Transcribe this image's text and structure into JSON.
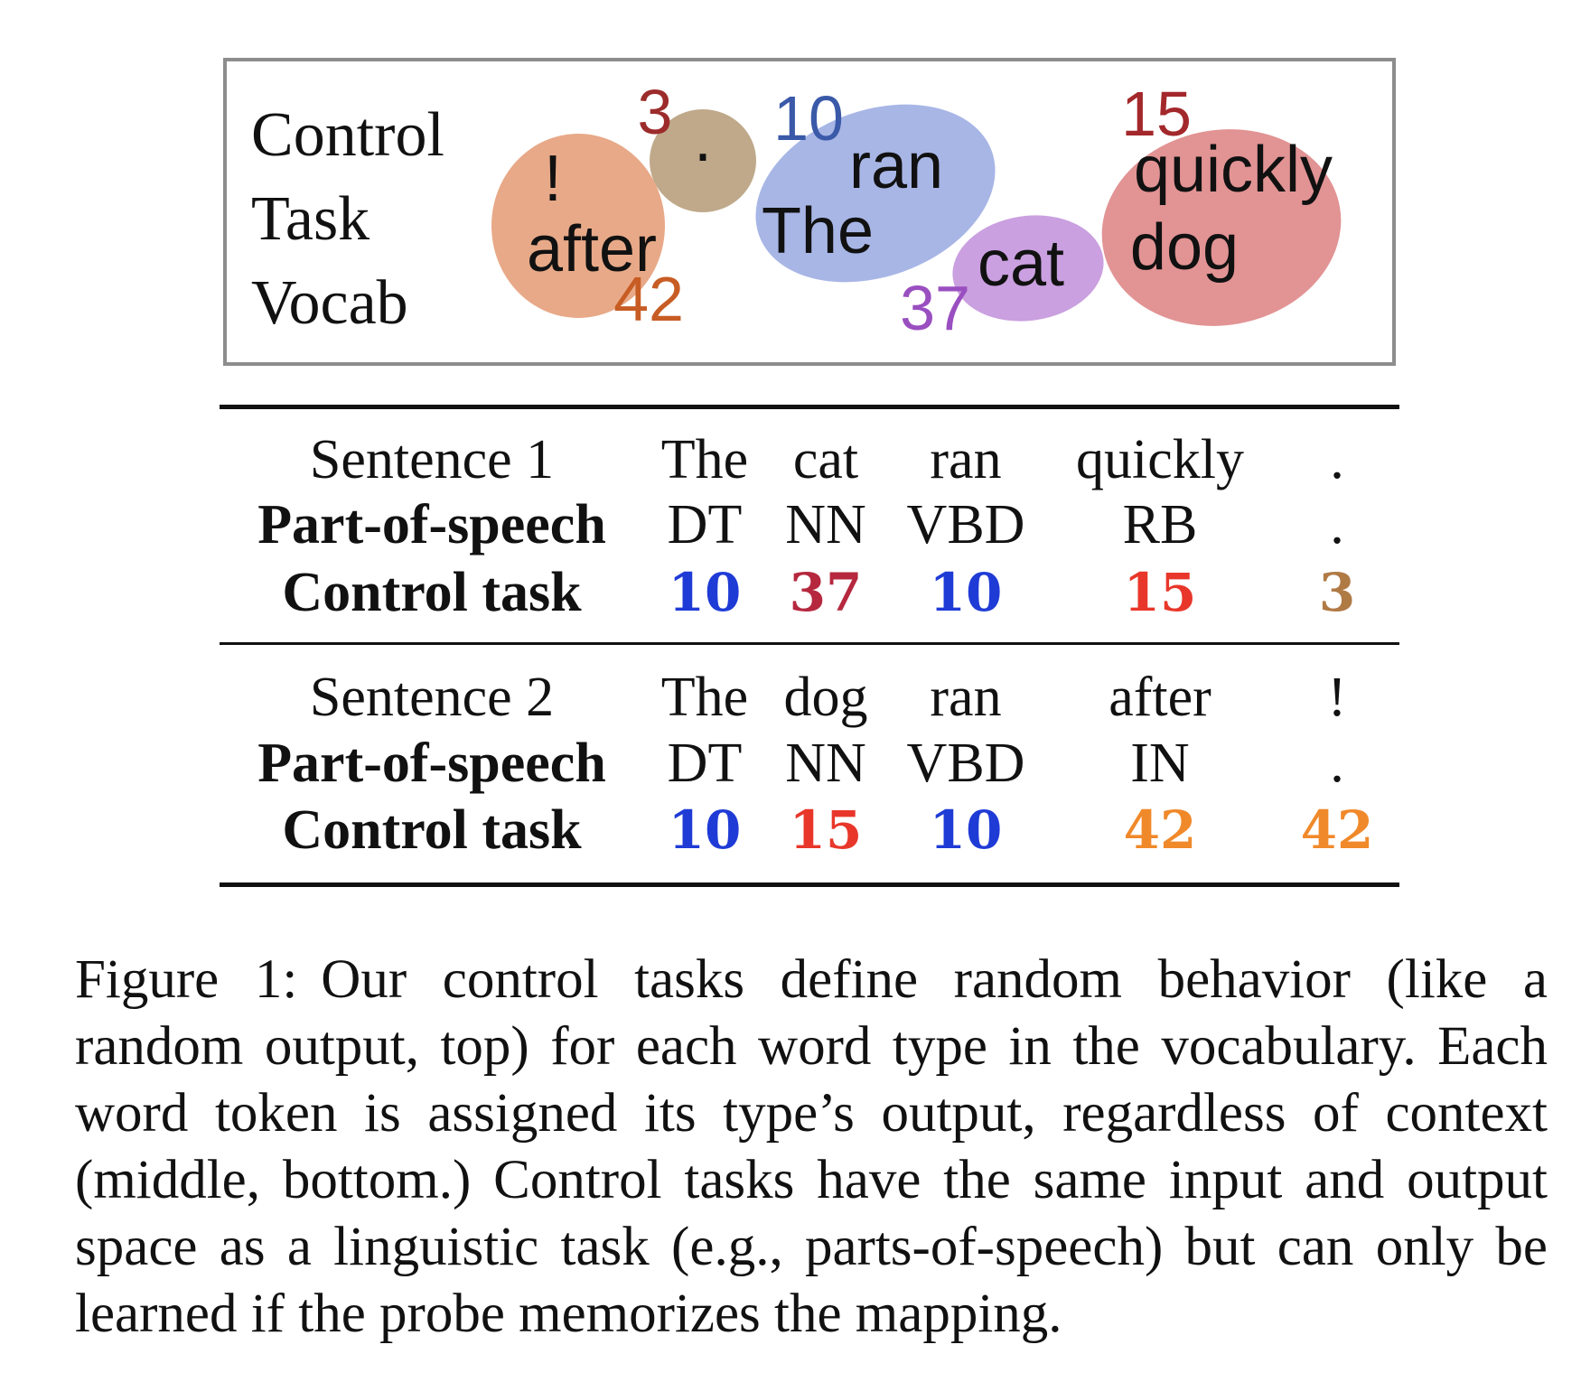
{
  "vocab_panel": {
    "label_lines": [
      "Control",
      "Task",
      "Vocab"
    ],
    "clusters": [
      {
        "id": "c42",
        "number": "42",
        "words": [
          "!",
          "after"
        ],
        "fill": "#e8a988",
        "number_color": "#c75c24"
      },
      {
        "id": "c3",
        "number": "3",
        "words": [
          "."
        ],
        "fill": "#bfa98a",
        "number_color": "#9c2b2b"
      },
      {
        "id": "c10",
        "number": "10",
        "words": [
          "ran",
          "The"
        ],
        "fill": "#a8b6e6",
        "number_color": "#3a59a8"
      },
      {
        "id": "c37",
        "number": "37",
        "words": [
          "cat"
        ],
        "fill": "#caa0e0",
        "number_color": "#9a4fc0"
      },
      {
        "id": "c15",
        "number": "15",
        "words": [
          "quickly",
          "dog"
        ],
        "fill": "#e29394",
        "number_color": "#a3282b"
      }
    ]
  },
  "table": {
    "sentence1": {
      "header": [
        "Sentence 1",
        "The",
        "cat",
        "ran",
        "quickly",
        "."
      ],
      "pos": [
        "Part-of-speech",
        "DT",
        "NN",
        "VBD",
        "RB",
        "."
      ],
      "control": [
        "Control task",
        "10",
        "37",
        "10",
        "15",
        "3"
      ],
      "control_colors": [
        "#1f3bd6",
        "#b5283e",
        "#1f3bd6",
        "#e8372a",
        "#b07a45"
      ]
    },
    "sentence2": {
      "header": [
        "Sentence 2",
        "The",
        "dog",
        "ran",
        "after",
        "!"
      ],
      "pos": [
        "Part-of-speech",
        "DT",
        "NN",
        "VBD",
        "IN",
        "."
      ],
      "control": [
        "Control task",
        "10",
        "15",
        "10",
        "42",
        "42"
      ],
      "control_colors": [
        "#1f3bd6",
        "#e8372a",
        "#1f3bd6",
        "#f0892a",
        "#f0892a"
      ]
    }
  },
  "caption": {
    "label": "Figure 1:",
    "text": "Our control tasks define random behavior (like a random output, top) for each word type in the vocabulary. Each word token is assigned its type’s output, regardless of context (middle, bottom.) Control tasks have the same input and output space as a linguistic task (e.g., parts-of-speech) but can only be learned if the probe memorizes the mapping."
  }
}
